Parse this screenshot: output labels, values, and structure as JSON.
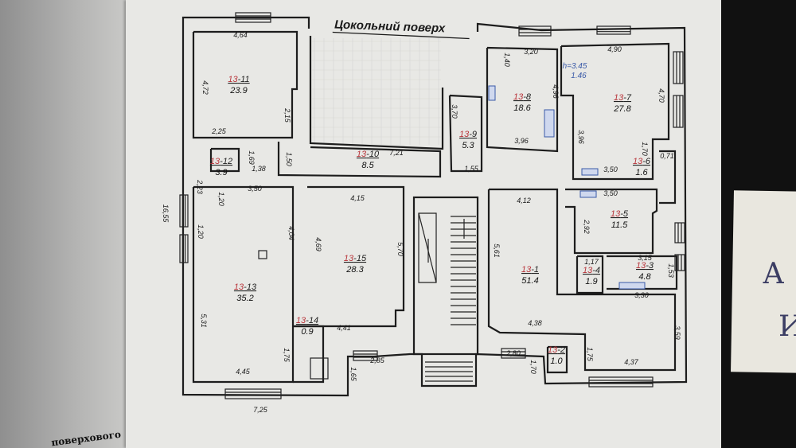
{
  "title": "Цокольний поверх",
  "caption": "поверхового",
  "note_handwriting": [
    "А",
    "И"
  ],
  "height_note": {
    "h": "h=3.45",
    "value": "1.46"
  },
  "rooms": [
    {
      "number": "13",
      "suffix": "-11",
      "area": "23.9"
    },
    {
      "number": "13",
      "suffix": "-12",
      "area": "3.9"
    },
    {
      "number": "13",
      "suffix": "-10",
      "area": "8.5"
    },
    {
      "number": "13",
      "suffix": "-9",
      "area": "5.3"
    },
    {
      "number": "13",
      "suffix": "-8",
      "area": "18.6"
    },
    {
      "number": "13",
      "suffix": "-7",
      "area": "27.8"
    },
    {
      "number": "13",
      "suffix": "-6",
      "area": "1.6"
    },
    {
      "number": "13",
      "suffix": "-5",
      "area": "11.5"
    },
    {
      "number": "13",
      "suffix": "-4",
      "area": "1.9"
    },
    {
      "number": "13",
      "suffix": "-3",
      "area": "4.8"
    },
    {
      "number": "13",
      "suffix": "-1",
      "area": "51.4"
    },
    {
      "number": "13",
      "suffix": "-2",
      "area": "1.0"
    },
    {
      "number": "13",
      "suffix": "-13",
      "area": "35.2"
    },
    {
      "number": "13",
      "suffix": "-14",
      "area": "0.9"
    },
    {
      "number": "13",
      "suffix": "-15",
      "area": "28.3"
    }
  ],
  "dimensions": [
    "4,64",
    "4,72",
    "2,15",
    "2,25",
    "1,69",
    "1,38",
    "1,50",
    "7,21",
    "3,70",
    "1,55",
    "1,40",
    "3,20",
    "4,96",
    "3,96",
    "4,90",
    "4,70",
    "3,96",
    "1,70",
    "0,71",
    "3,50",
    "3,50",
    "4,12",
    "2,92",
    "1,17",
    "3,15",
    "1,53",
    "3,30",
    "5,61",
    "4,38",
    "3,59",
    "1,75",
    "2,80",
    "1,70",
    "4,37",
    "4,15",
    "5,70",
    "4,69",
    "4,04",
    "4,41",
    "2,85",
    "1,65",
    "4,45",
    "1,75",
    "5,31",
    "1,20",
    "1,20",
    "2,23",
    "3,50",
    "16,55",
    "7,25"
  ]
}
